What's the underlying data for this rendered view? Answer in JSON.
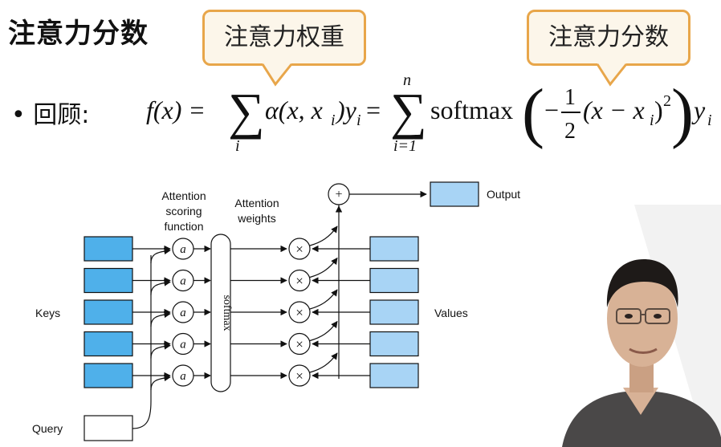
{
  "slide": {
    "title": "注意力分数",
    "callout_left": "注意力权重",
    "callout_right": "注意力分数",
    "bullet": "• 回顾:"
  },
  "formula": {
    "lhs": "f(x) =",
    "sum1_sub": "i",
    "term1": "α(x, x",
    "term1_sub": "i",
    "term1_end": ")y",
    "term1_y_sub": "i",
    "eq2": "=",
    "sum2_sup": "n",
    "sum2_sub": "i=1",
    "softmax": "softmax",
    "minus": "−",
    "frac_num": "1",
    "frac_den": "2",
    "inner": "(x − x",
    "inner_sub": "i",
    "inner_end": ")",
    "power": "2",
    "y": "y",
    "y_sub": "i"
  },
  "diagram": {
    "labels": {
      "scoring": [
        "Attention",
        "scoring",
        "function"
      ],
      "weights": [
        "Attention",
        "weights"
      ],
      "keys": "Keys",
      "values": "Values",
      "query": "Query",
      "output": "Output",
      "softmax": "softmax",
      "scoring_node": "a",
      "multiply_node": "×",
      "sum_node": "+"
    },
    "colors": {
      "key_fill": "#4fb0ea",
      "value_fill": "#a8d4f5",
      "output_fill": "#a8d4f5",
      "query_fill": "#ffffff",
      "callout_border": "#e8a64a",
      "callout_fill": "#fcf6ea"
    },
    "rows": 5
  }
}
